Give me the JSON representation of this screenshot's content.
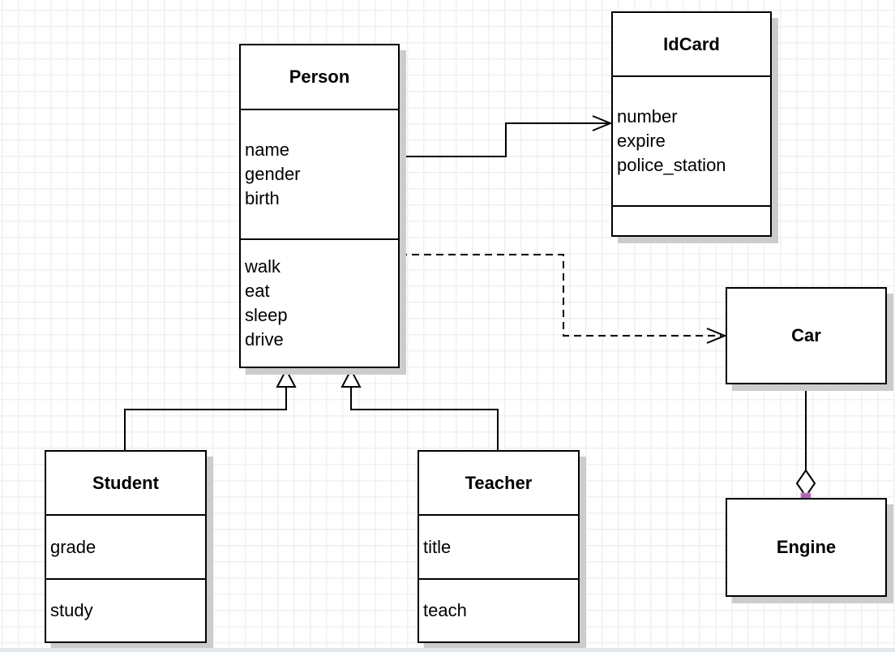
{
  "diagram": {
    "classes": {
      "person": {
        "title": "Person",
        "attributes": [
          "name",
          "gender",
          "birth"
        ],
        "methods": [
          "walk",
          "eat",
          "sleep",
          "drive"
        ]
      },
      "idcard": {
        "title": "IdCard",
        "attributes": [
          "number",
          "expire",
          "police_station"
        ],
        "methods": []
      },
      "student": {
        "title": "Student",
        "attributes": [
          "grade"
        ],
        "methods": [
          "study"
        ]
      },
      "teacher": {
        "title": "Teacher",
        "attributes": [
          "title"
        ],
        "methods": [
          "teach"
        ]
      },
      "car": {
        "title": "Car",
        "attributes": [],
        "methods": []
      },
      "engine": {
        "title": "Engine",
        "attributes": [],
        "methods": []
      }
    },
    "relationships": [
      {
        "from": "Person",
        "to": "IdCard",
        "type": "association",
        "line": "solid",
        "arrow": "open"
      },
      {
        "from": "Person",
        "to": "Car",
        "type": "dependency",
        "line": "dashed",
        "arrow": "open"
      },
      {
        "from": "Student",
        "to": "Person",
        "type": "generalization",
        "line": "solid",
        "arrow": "hollow-triangle"
      },
      {
        "from": "Teacher",
        "to": "Person",
        "type": "generalization",
        "line": "solid",
        "arrow": "hollow-triangle"
      },
      {
        "from": "Car",
        "to": "Engine",
        "type": "aggregation",
        "line": "solid",
        "arrow": "hollow-diamond"
      }
    ],
    "colors": {
      "box_border": "#000000",
      "box_fill": "#ffffff",
      "shadow": "#cccccc",
      "grid_line": "#f0f0f4",
      "endpoint_handle": "#b264b4",
      "canvas_edge_strip": "#e4e8eb"
    }
  }
}
